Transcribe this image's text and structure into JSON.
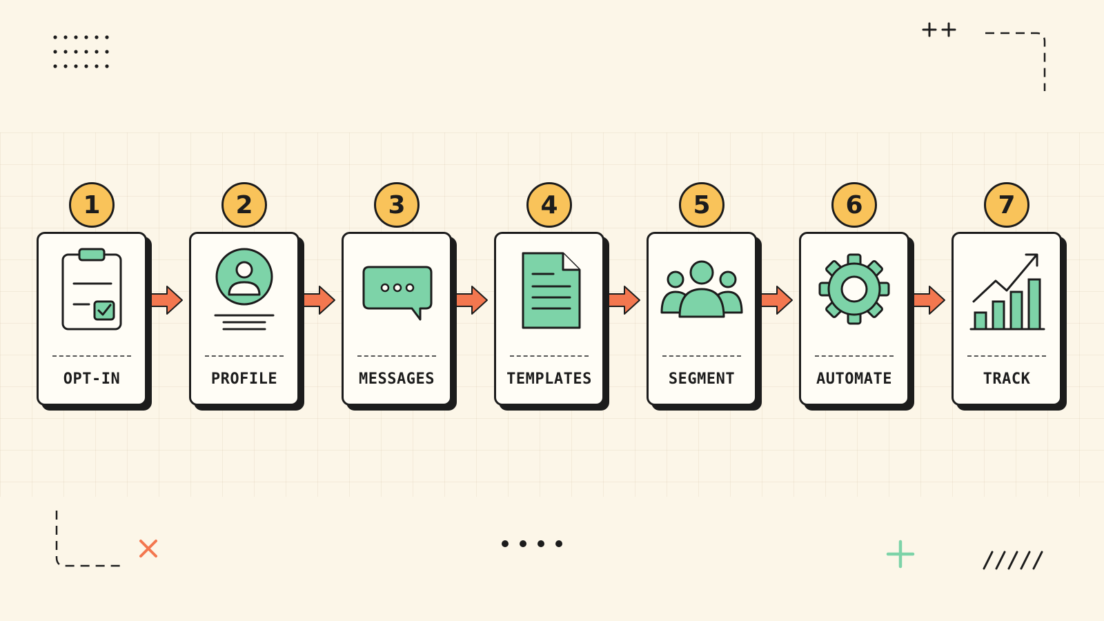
{
  "steps": [
    {
      "number": "1",
      "label": "OPT-IN",
      "icon": "clipboard-check-icon"
    },
    {
      "number": "2",
      "label": "PROFILE",
      "icon": "user-profile-icon"
    },
    {
      "number": "3",
      "label": "MESSAGES",
      "icon": "chat-bubble-icon"
    },
    {
      "number": "4",
      "label": "TEMPLATES",
      "icon": "document-icon"
    },
    {
      "number": "5",
      "label": "SEGMENT",
      "icon": "group-icon"
    },
    {
      "number": "6",
      "label": "AUTOMATE",
      "icon": "gear-icon"
    },
    {
      "number": "7",
      "label": "TRACK",
      "icon": "growth-chart-icon"
    }
  ],
  "colors": {
    "background": "#fcf6e8",
    "badge": "#f9c35a",
    "icon_fill": "#7dd3a8",
    "arrow": "#f3774f",
    "ink": "#1c1c1c"
  }
}
